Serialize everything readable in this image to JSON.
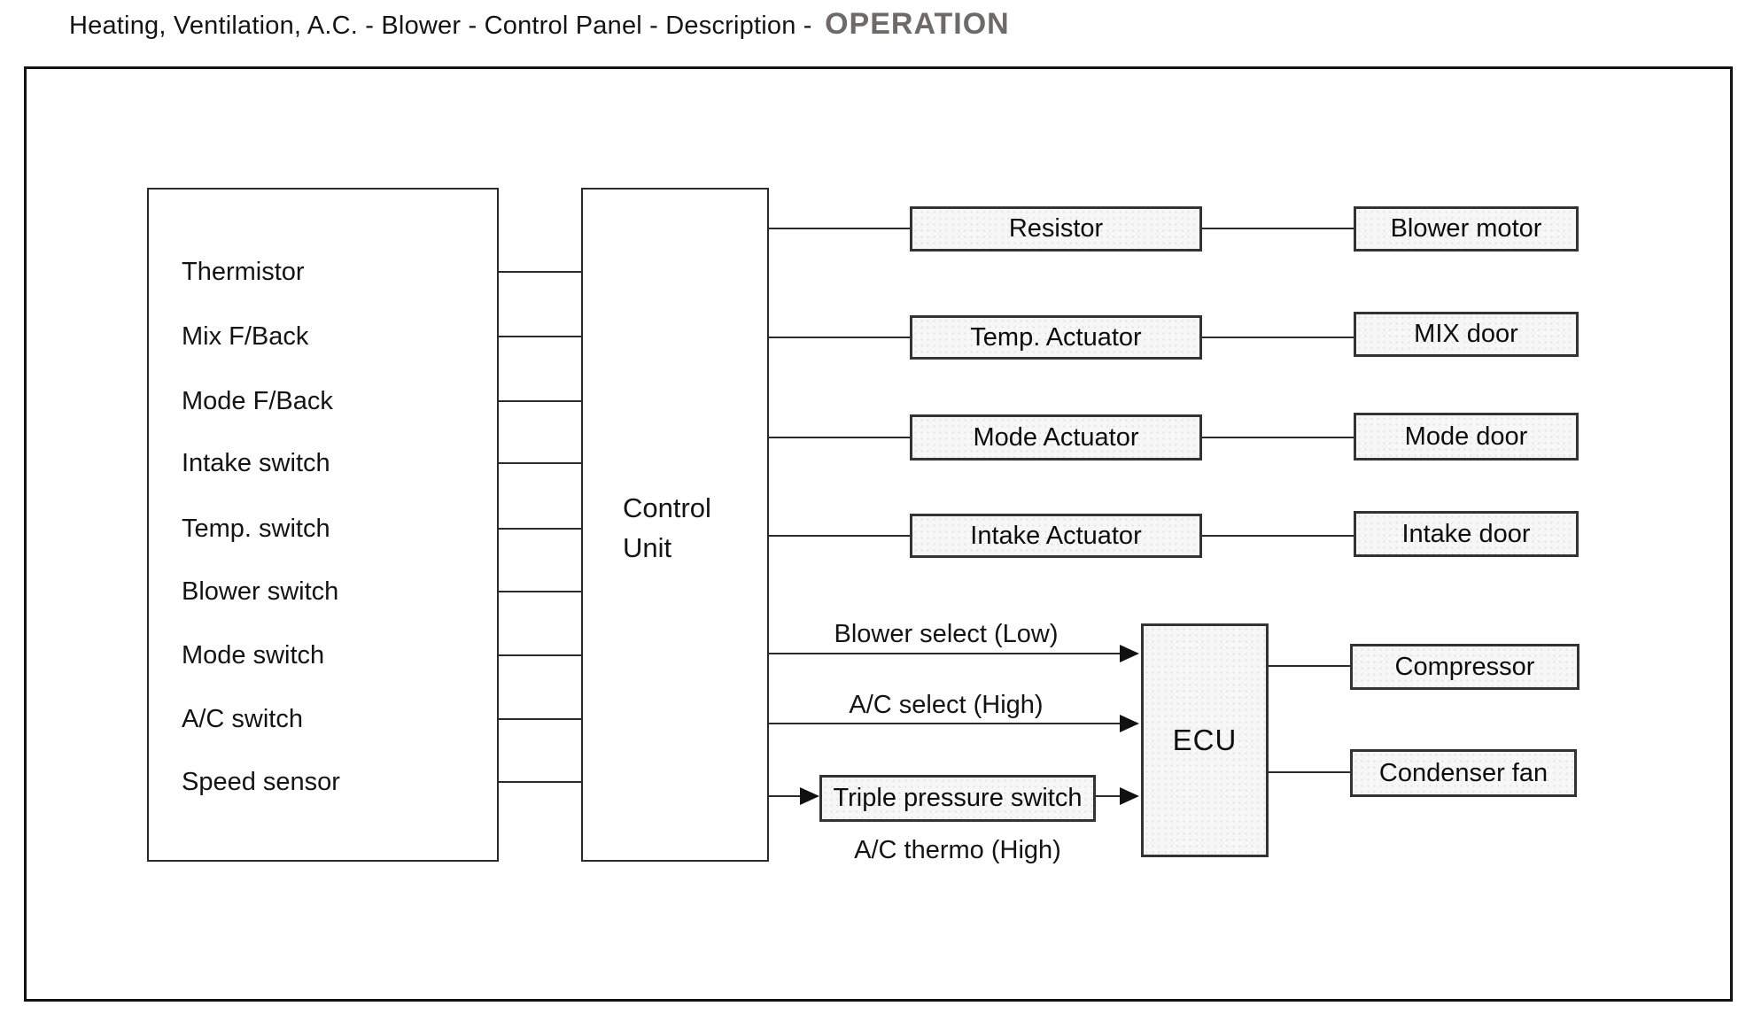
{
  "title": {
    "main": "Heating, Ventilation, A.C. - Blower - Control Panel - Description -",
    "emphasis": "OPERATION"
  },
  "colors": {
    "emphasis_text": "#6e6a68",
    "line": "#2a2a2a",
    "small_box_fill": "#f7f7f7",
    "box_border": "#333333",
    "text": "#141414"
  },
  "left_panel": {
    "inputs": [
      "Thermistor",
      "Mix F/Back",
      "Mode F/Back",
      "Intake switch",
      "Temp. switch",
      "Blower switch",
      "Mode switch",
      "A/C switch",
      "Speed sensor"
    ]
  },
  "control_unit": {
    "label": "Control Unit"
  },
  "rows": [
    {
      "actuator": "Resistor",
      "device": "Blower motor"
    },
    {
      "actuator": "Temp. Actuator",
      "device": "MIX door"
    },
    {
      "actuator": "Mode Actuator",
      "device": "Mode door"
    },
    {
      "actuator": "Intake Actuator",
      "device": "Intake door"
    }
  ],
  "ecu_section": {
    "signal_1": "Blower select (Low)",
    "signal_2": "A/C select (High)",
    "switch_box": "Triple pressure switch",
    "signal_3": "A/C thermo (High)",
    "ecu": "ECU",
    "outputs": [
      "Compressor",
      "Condenser fan"
    ]
  }
}
